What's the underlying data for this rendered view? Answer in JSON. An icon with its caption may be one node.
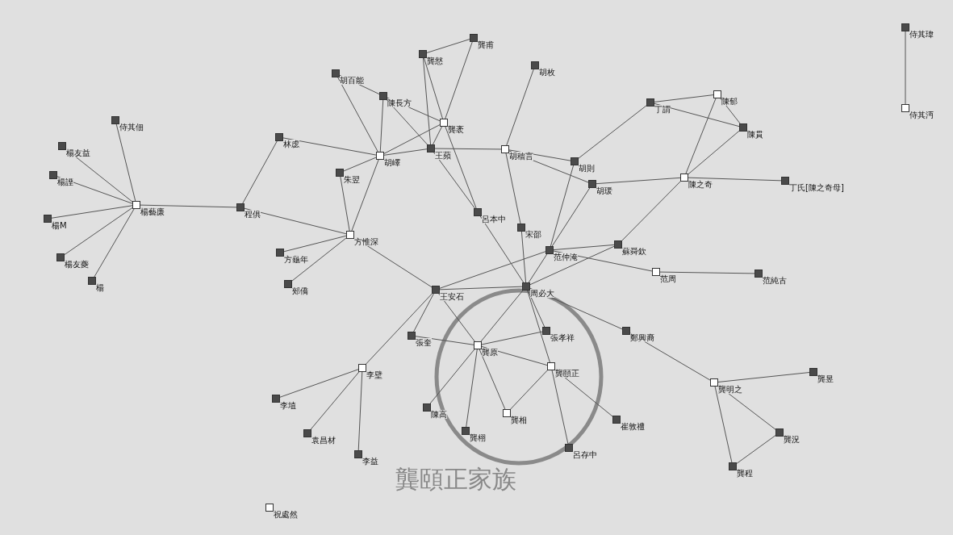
{
  "diagram": {
    "nodes": [
      {
        "text": [
          "侍其佃"
        ]
      },
      {
        "text": [
          "楊友益"
        ]
      },
      {
        "text": [
          "楊諲"
        ]
      },
      {
        "text": [
          "楊M"
        ]
      },
      {
        "text": [
          "楊友夔"
        ]
      },
      {
        "text": [
          "楊"
        ]
      },
      {
        "text": [
          "楊藝廉"
        ]
      },
      {
        "text": [
          "程俱"
        ]
      },
      {
        "text": [
          "林虙"
        ]
      },
      {
        "text": [
          "胡百能"
        ]
      },
      {
        "text": [
          "陳長方"
        ]
      },
      {
        "text": [
          "胡嶧"
        ]
      },
      {
        "text": [
          "朱翌"
        ]
      },
      {
        "text": [
          "方惟深"
        ]
      },
      {
        "text": [
          "方龜年"
        ]
      },
      {
        "text": [
          "郟僑"
        ]
      },
      {
        "text": [
          "龔慤"
        ]
      },
      {
        "text": [
          "龔甫"
        ]
      },
      {
        "text": [
          "龔袤"
        ]
      },
      {
        "text": [
          "王蘋"
        ]
      },
      {
        "text": [
          "胡枚"
        ]
      },
      {
        "text": [
          "胡穡言"
        ]
      },
      {
        "text": [
          "呂本中"
        ]
      },
      {
        "text": [
          "宋邵"
        ]
      },
      {
        "text": [
          "胡則"
        ]
      },
      {
        "text": [
          "胡瑗"
        ]
      },
      {
        "text": [
          "丁謂"
        ]
      },
      {
        "text": [
          "陳郁"
        ]
      },
      {
        "text": [
          "陳貫"
        ]
      },
      {
        "text": [
          "陳之奇"
        ]
      },
      {
        "text": [
          "丁氏[陳之奇母]"
        ]
      },
      {
        "text": [
          "范仲淹"
        ]
      },
      {
        "text": [
          "蘇舜欽"
        ]
      },
      {
        "text": [
          "范周"
        ]
      },
      {
        "text": [
          "范純古"
        ]
      },
      {
        "text": [
          "王安石"
        ]
      },
      {
        "text": [
          "周必大"
        ]
      },
      {
        "text": [
          "張孝祥"
        ]
      },
      {
        "text": [
          "鄭興裔"
        ]
      },
      {
        "text": [
          "張奎"
        ]
      },
      {
        "text": [
          "龔原"
        ]
      },
      {
        "text": [
          "龔頤正"
        ]
      },
      {
        "text": [
          "李壁"
        ]
      },
      {
        "text": [
          "李埴"
        ]
      },
      {
        "text": [
          "袁昌材"
        ]
      },
      {
        "text": [
          "李益"
        ]
      },
      {
        "text": [
          "陳高"
        ]
      },
      {
        "text": [
          "龔栩"
        ]
      },
      {
        "text": [
          "龔相"
        ]
      },
      {
        "text": [
          "崔敦禮"
        ]
      },
      {
        "text": [
          "呂存中"
        ]
      },
      {
        "text": [
          "龔明之"
        ]
      },
      {
        "text": [
          "龔昱"
        ]
      },
      {
        "text": [
          "龔況"
        ]
      },
      {
        "text": [
          "龔程"
        ]
      },
      {
        "text": [
          "侍其瑋"
        ]
      },
      {
        "text": [
          "侍其沔"
        ]
      },
      {
        "text": [
          "祝處然"
        ]
      }
    ],
    "edges": [
      {
        "from": 6,
        "to": 0,
        "arrow": "none"
      },
      {
        "from": 6,
        "to": 1,
        "arrow": "none"
      },
      {
        "from": 6,
        "to": 2,
        "arrow": "none"
      },
      {
        "from": 6,
        "to": 3,
        "arrow": "none"
      },
      {
        "from": 6,
        "to": 4,
        "arrow": "none"
      },
      {
        "from": 6,
        "to": 5,
        "arrow": "none"
      },
      {
        "from": 6,
        "to": 7,
        "arrow": "none"
      },
      {
        "from": 7,
        "to": 8,
        "arrow": "none"
      },
      {
        "from": 7,
        "to": 13,
        "arrow": "none"
      },
      {
        "from": 8,
        "to": 11,
        "arrow": "none"
      },
      {
        "from": 9,
        "to": 11,
        "arrow": "none"
      },
      {
        "from": 9,
        "to": 10,
        "arrow": "none"
      },
      {
        "from": 10,
        "to": 11,
        "arrow": "none"
      },
      {
        "from": 10,
        "to": 18,
        "arrow": "none"
      },
      {
        "from": 10,
        "to": 19,
        "arrow": "none"
      },
      {
        "from": 11,
        "to": 18,
        "arrow": "none"
      },
      {
        "from": 11,
        "to": 19,
        "arrow": "none"
      },
      {
        "from": 19,
        "to": 21,
        "arrow": "none"
      },
      {
        "from": 11,
        "to": 12,
        "arrow": "none"
      },
      {
        "from": 11,
        "to": 13,
        "arrow": "none"
      },
      {
        "from": 12,
        "to": 13,
        "arrow": "none"
      },
      {
        "from": 13,
        "to": 14,
        "arrow": "none"
      },
      {
        "from": 13,
        "to": 15,
        "arrow": "none"
      },
      {
        "from": 13,
        "to": 35,
        "arrow": "none"
      },
      {
        "from": 17,
        "to": 16,
        "arrow": "none"
      },
      {
        "from": 17,
        "to": 18,
        "arrow": "none"
      },
      {
        "from": 16,
        "to": 18,
        "arrow": "none"
      },
      {
        "from": 16,
        "to": 19,
        "arrow": "none"
      },
      {
        "from": 18,
        "to": 19,
        "arrow": "none"
      },
      {
        "from": 18,
        "to": 22,
        "arrow": "none"
      },
      {
        "from": 19,
        "to": 22,
        "arrow": "none"
      },
      {
        "from": 20,
        "to": 21,
        "arrow": "none"
      },
      {
        "from": 21,
        "to": 24,
        "arrow": "none"
      },
      {
        "from": 21,
        "to": 25,
        "arrow": "none"
      },
      {
        "from": 21,
        "to": 23,
        "arrow": "none"
      },
      {
        "from": 22,
        "to": 36,
        "arrow": "none"
      },
      {
        "from": 23,
        "to": 36,
        "arrow": "none"
      },
      {
        "from": 24,
        "to": 26,
        "arrow": "none"
      },
      {
        "from": 24,
        "to": 31,
        "arrow": "none"
      },
      {
        "from": 25,
        "to": 29,
        "arrow": "none"
      },
      {
        "from": 25,
        "to": 31,
        "arrow": "none"
      },
      {
        "from": 26,
        "to": 27,
        "arrow": "none"
      },
      {
        "from": 26,
        "to": 28,
        "arrow": "none"
      },
      {
        "from": 27,
        "to": 28,
        "arrow": "none"
      },
      {
        "from": 27,
        "to": 29,
        "arrow": "none"
      },
      {
        "from": 28,
        "to": 29,
        "arrow": "none"
      },
      {
        "from": 29,
        "to": 30,
        "arrow": "none"
      },
      {
        "from": 29,
        "to": 32,
        "arrow": "none"
      },
      {
        "from": 31,
        "to": 32,
        "arrow": "none"
      },
      {
        "from": 31,
        "to": 33,
        "arrow": "none"
      },
      {
        "from": 31,
        "to": 35,
        "arrow": "none"
      },
      {
        "from": 31,
        "to": 36,
        "arrow": "none"
      },
      {
        "from": 32,
        "to": 36,
        "arrow": "none"
      },
      {
        "from": 33,
        "to": 34,
        "arrow": "none"
      },
      {
        "from": 35,
        "to": 36,
        "arrow": "none"
      },
      {
        "from": 35,
        "to": 39,
        "arrow": "none"
      },
      {
        "from": 35,
        "to": 40,
        "arrow": "none"
      },
      {
        "from": 35,
        "to": 42,
        "arrow": "none"
      },
      {
        "from": 36,
        "to": 40,
        "arrow": "none"
      },
      {
        "from": 36,
        "to": 37,
        "arrow": "none"
      },
      {
        "from": 36,
        "to": 41,
        "arrow": "none"
      },
      {
        "from": 36,
        "to": 38,
        "arrow": "none"
      },
      {
        "from": 37,
        "to": 40,
        "arrow": "none"
      },
      {
        "from": 38,
        "to": 51,
        "arrow": "none"
      },
      {
        "from": 39,
        "to": 40,
        "arrow": "none"
      },
      {
        "from": 40,
        "to": 41,
        "arrow": "none"
      },
      {
        "from": 40,
        "to": 46,
        "arrow": "none"
      },
      {
        "from": 40,
        "to": 47,
        "arrow": "none"
      },
      {
        "from": 40,
        "to": 48,
        "arrow": "none"
      },
      {
        "from": 41,
        "to": 48,
        "arrow": "none"
      },
      {
        "from": 41,
        "to": 49,
        "arrow": "none"
      },
      {
        "from": 41,
        "to": 50,
        "arrow": "none"
      },
      {
        "from": 42,
        "to": 43,
        "arrow": "none"
      },
      {
        "from": 42,
        "to": 44,
        "arrow": "none"
      },
      {
        "from": 42,
        "to": 45,
        "arrow": "none"
      },
      {
        "from": 51,
        "to": 52,
        "arrow": "none"
      },
      {
        "from": 51,
        "to": 53,
        "arrow": "none"
      },
      {
        "from": 51,
        "to": 54,
        "arrow": "none"
      },
      {
        "from": 53,
        "to": 54,
        "arrow": "none"
      },
      {
        "from": 55,
        "to": 56,
        "arrow": "none"
      }
    ],
    "labels": [
      "龔頤正家族"
    ]
  }
}
